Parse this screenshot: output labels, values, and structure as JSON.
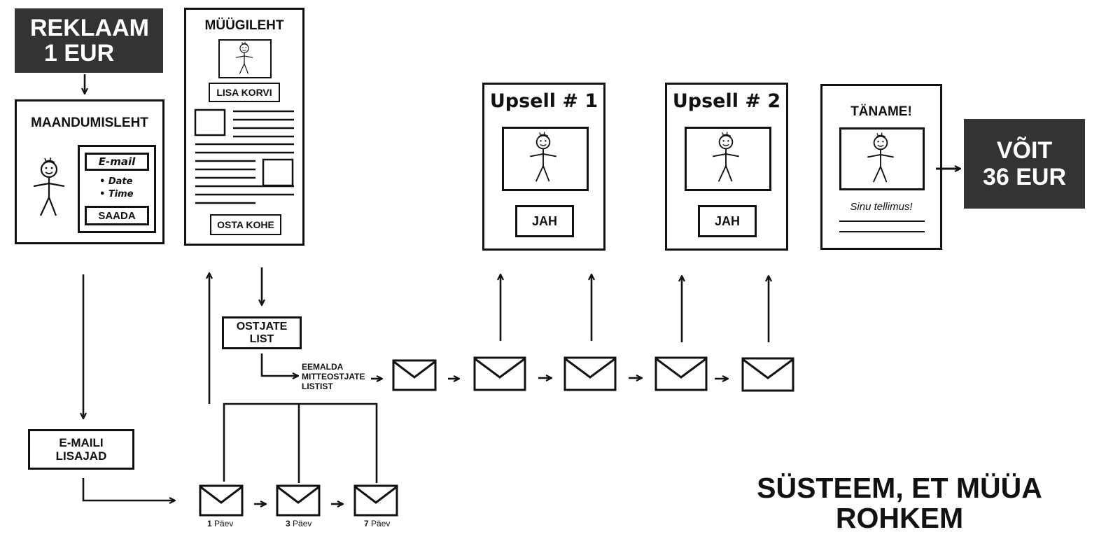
{
  "ad": {
    "line1": "REKLAAM",
    "line2": "1 EUR"
  },
  "landing": {
    "title": "MAANDUMISLEHT",
    "email": "E-mail",
    "bullet1": "• Date",
    "bullet2": "• Time",
    "button": "SAADA"
  },
  "sales": {
    "title": "MÜÜGILEHT",
    "cart_button": "LISA KORVI",
    "buy_button": "OSTA KOHE"
  },
  "email_adders": {
    "line1": "E-MAILI",
    "line2": "LISAJAD"
  },
  "buyers_list": {
    "line1": "OSTJATE",
    "line2": "LIST"
  },
  "remove_note": {
    "line1": "EEMALDA",
    "line2": "MITTEOSTJATE",
    "line3": "LISTIST"
  },
  "days": [
    {
      "num": "1",
      "word": "Päev"
    },
    {
      "num": "3",
      "word": "Päev"
    },
    {
      "num": "7",
      "word": "Päev"
    }
  ],
  "upsell1": {
    "title": "Upsell # 1",
    "button": "JAH"
  },
  "upsell2": {
    "title": "Upsell # 2",
    "button": "JAH"
  },
  "thanks": {
    "title": "TÄNAME!",
    "subtitle": "Sinu tellimus!"
  },
  "win": {
    "line1": "VÕIT",
    "line2": "36 EUR"
  },
  "tagline": {
    "line1": "SÜSTEEM, ET MÜÜA",
    "line2": "ROHKEM"
  },
  "colors": {
    "dark_box": "#333333",
    "ink": "#111111"
  }
}
